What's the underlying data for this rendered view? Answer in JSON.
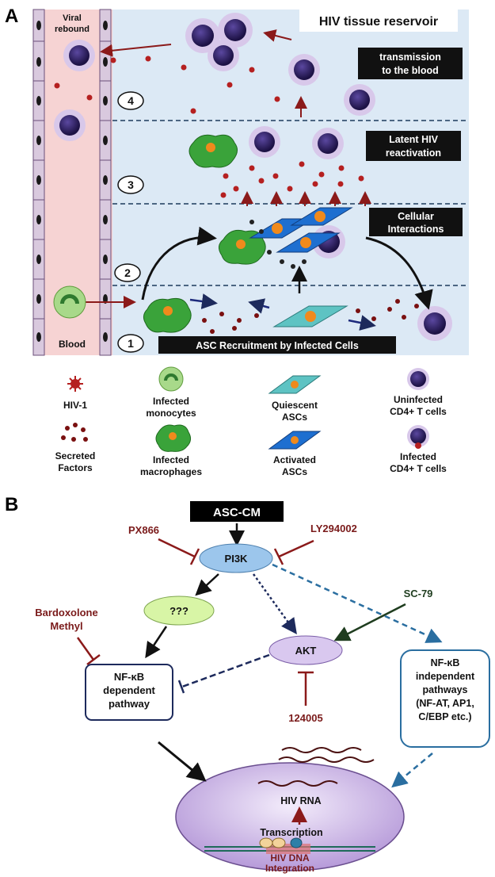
{
  "panel_a": {
    "letter": "A",
    "title": "HIV tissue reservoir",
    "viral_rebound": [
      "Viral",
      "rebound"
    ],
    "blood": "Blood",
    "step_labels": {
      "transmission": [
        "transmission",
        "to the blood"
      ],
      "latent": [
        "Latent HIV",
        "reactivation"
      ],
      "cellular": [
        "Cellular",
        "Interactions"
      ],
      "recruitment": "ASC Recruitment by Infected Cells"
    },
    "step_numbers": [
      "1",
      "2",
      "3",
      "4"
    ]
  },
  "legend": {
    "hiv1": "HIV-1",
    "secreted": [
      "Secreted",
      "Factors"
    ],
    "infected_monocytes": [
      "Infected",
      "monocytes"
    ],
    "infected_macrophages": [
      "Infected",
      "macrophages"
    ],
    "quiescent_ascs": [
      "Quiescent",
      "ASCs"
    ],
    "activated_ascs": [
      "Activated",
      "ASCs"
    ],
    "uninfected_cd4": [
      "Uninfected",
      "CD4+ T cells"
    ],
    "infected_cd4": [
      "Infected",
      "CD4+ T cells"
    ]
  },
  "panel_b": {
    "letter": "B",
    "asc_cm": "ASC-CM",
    "pi3k": "PI3K",
    "px866": "PX866",
    "ly294002": "LY294002",
    "bardoxolone": [
      "Bardoxolone",
      "Methyl"
    ],
    "unknown": "???",
    "akt": "AKT",
    "sc79": "SC-79",
    "compound_124005": "124005",
    "nfkb_dependent": [
      "NF-κB",
      "dependent",
      "pathway"
    ],
    "nfkb_independent": [
      "NF-κB",
      "independent",
      "pathways",
      "(NF-AT, AP1,",
      "C/EBP etc.)"
    ],
    "hiv_rna": "HIV RNA",
    "transcription": "Transcription",
    "hiv_dna": "HIV DNA",
    "integration": "Integration"
  },
  "colors": {
    "blood_bg": "#f6d3d3",
    "tissue_bg": "#dce9f5",
    "dark_red": "#8b1a1a",
    "cell_purple": "#3b2770",
    "node_blue": "#9cc6ec",
    "node_green": "#d8f5a6",
    "node_lavender": "#d9c8ef",
    "nucleus": "#c9b3e6",
    "dashed_blue": "#2a6ea0"
  }
}
